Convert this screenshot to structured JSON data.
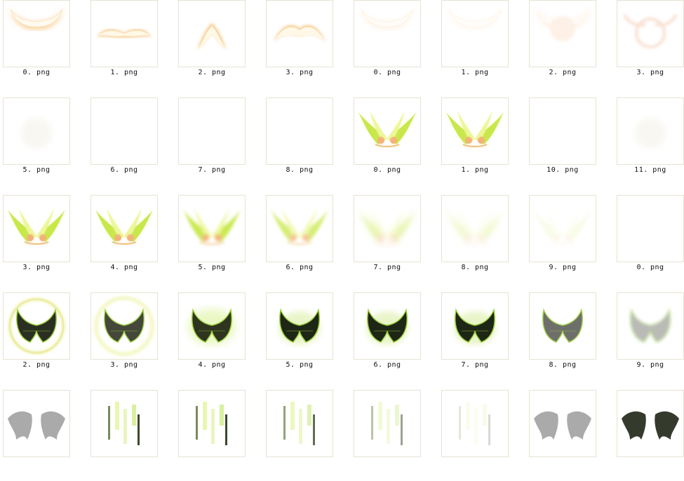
{
  "items": [
    {
      "label": "0. png",
      "art": "wing-white-glow"
    },
    {
      "label": "1. png",
      "art": "mustache-glow"
    },
    {
      "label": "2. png",
      "art": "chevron-glow"
    },
    {
      "label": "3. png",
      "art": "arch-glow"
    },
    {
      "label": "0. png",
      "art": "wing-white-faint"
    },
    {
      "label": "1. png",
      "art": "wing-white-fainter"
    },
    {
      "label": "2. png",
      "art": "wing-white-cloud"
    },
    {
      "label": "3. png",
      "art": "wing-white-ring"
    },
    {
      "label": "5. png",
      "art": "faint-trace"
    },
    {
      "label": "6. png",
      "art": "empty"
    },
    {
      "label": "7. png",
      "art": "empty"
    },
    {
      "label": "8. png",
      "art": "empty"
    },
    {
      "label": "0. png",
      "art": "green-wings-full"
    },
    {
      "label": "1. png",
      "art": "green-wings-full"
    },
    {
      "label": "10. png",
      "art": "empty"
    },
    {
      "label": "11. png",
      "art": "faint-trace"
    },
    {
      "label": "3. png",
      "art": "green-wings-full"
    },
    {
      "label": "4. png",
      "art": "green-wings-full"
    },
    {
      "label": "5. png",
      "art": "green-wings-soft"
    },
    {
      "label": "6. png",
      "art": "green-wings-blur"
    },
    {
      "label": "7. png",
      "art": "green-wings-faint"
    },
    {
      "label": "8. png",
      "art": "green-wings-fainter"
    },
    {
      "label": "9. png",
      "art": "green-wings-ghost"
    },
    {
      "label": "0. png",
      "art": "empty"
    },
    {
      "label": "2. png",
      "art": "dark-wings-ring"
    },
    {
      "label": "3. png",
      "art": "dark-wings-ring-soft"
    },
    {
      "label": "4. png",
      "art": "dark-wings-glow"
    },
    {
      "label": "5. png",
      "art": "dark-wings"
    },
    {
      "label": "6. png",
      "art": "dark-wings"
    },
    {
      "label": "7. png",
      "art": "dark-wings"
    },
    {
      "label": "8. png",
      "art": "dark-wings-gray"
    },
    {
      "label": "9. png",
      "art": "dark-wings-ghost"
    },
    {
      "label": "",
      "art": "bat-wings-gray"
    },
    {
      "label": "",
      "art": "streaks"
    },
    {
      "label": "",
      "art": "streaks"
    },
    {
      "label": "",
      "art": "streaks-soft"
    },
    {
      "label": "",
      "art": "streaks-faint"
    },
    {
      "label": "",
      "art": "streaks-ghost"
    },
    {
      "label": "",
      "art": "bat-wings-gray"
    },
    {
      "label": "",
      "art": "bat-wings-dark"
    }
  ]
}
